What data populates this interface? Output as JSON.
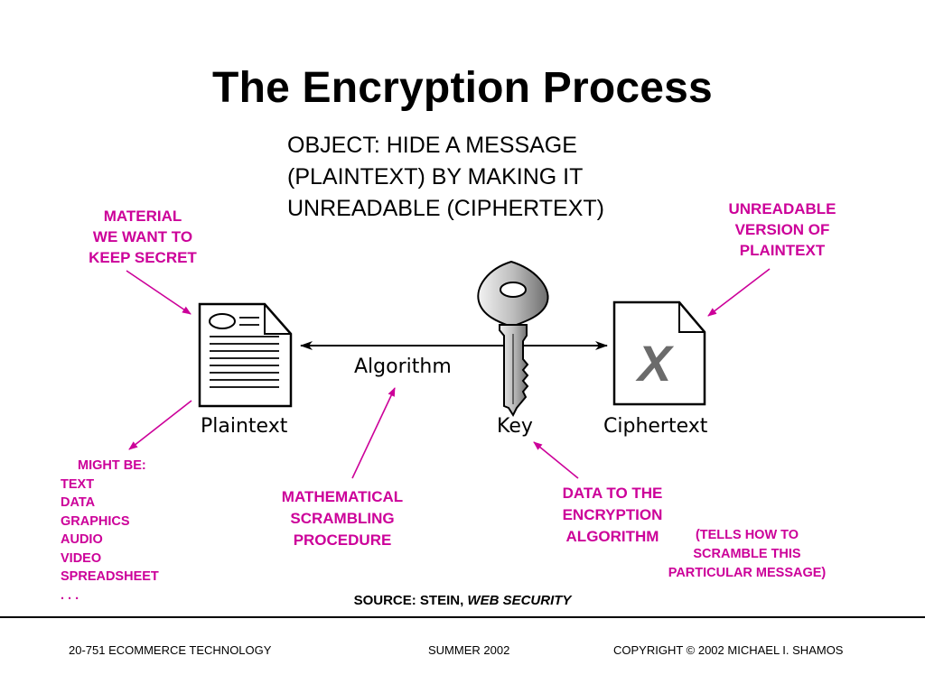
{
  "title": "The Encryption Process",
  "objective": {
    "line1": "OBJECT:  HIDE A MESSAGE",
    "line2": "(PLAINTEXT) BY MAKING IT",
    "line3": "UNREADABLE (CIPHERTEXT)"
  },
  "colors": {
    "annotation": "#cc0099",
    "text": "#000000"
  },
  "diagram": {
    "plaintext_label": "Plaintext",
    "algorithm_label": "Algorithm",
    "key_label": "Key",
    "ciphertext_label": "Ciphertext",
    "ciphertext_mark": "X"
  },
  "annotations": {
    "material": [
      "MATERIAL",
      "WE WANT TO",
      "KEEP SECRET"
    ],
    "unreadable": [
      "UNREADABLE",
      "VERSION OF",
      "PLAINTEXT"
    ],
    "might_be_title": "MIGHT BE:",
    "might_be_items": [
      "TEXT",
      "DATA",
      "GRAPHICS",
      "AUDIO",
      "VIDEO",
      "SPREADSHEET",
      ". . ."
    ],
    "math": [
      "MATHEMATICAL",
      "SCRAMBLING",
      "PROCEDURE"
    ],
    "data_to": [
      "DATA TO THE",
      "ENCRYPTION",
      "ALGORITHM"
    ],
    "tells": [
      "(TELLS HOW TO",
      "SCRAMBLE THIS",
      "PARTICULAR MESSAGE)"
    ]
  },
  "source": {
    "prefix": "SOURCE: STEIN, ",
    "title": "WEB SECURITY"
  },
  "footer": {
    "left": "20-751 ECOMMERCE TECHNOLOGY",
    "center": "SUMMER 2002",
    "right": "COPYRIGHT © 2002 MICHAEL I. SHAMOS"
  }
}
